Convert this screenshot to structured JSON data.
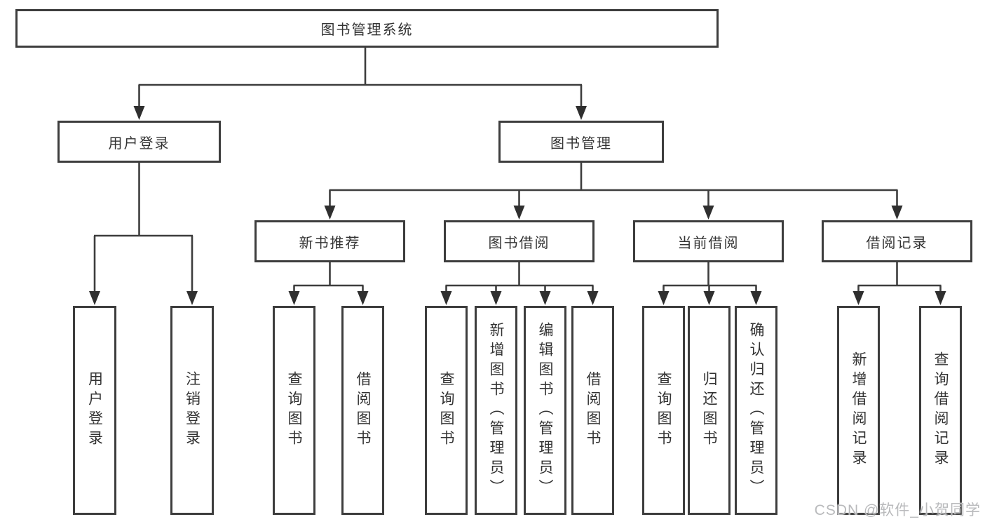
{
  "diagram": {
    "title": "图书管理系统",
    "watermark": "CSDN @软件_小贺同学",
    "colors": {
      "line": "#3d3d3d",
      "arrow_fill": "#2f2f2f",
      "box_border": "#3d3d3d",
      "box_background": "#ffffff",
      "text": "#333333",
      "watermark": "#b9babc",
      "page_background": "#ffffff"
    },
    "tree": {
      "label": "图书管理系统",
      "children": [
        {
          "label": "用户登录",
          "children": [
            {
              "label": "用户登录"
            },
            {
              "label": "注销登录"
            }
          ]
        },
        {
          "label": "图书管理",
          "children": [
            {
              "label": "新书推荐",
              "children": [
                {
                  "label": "查询图书"
                },
                {
                  "label": "借阅图书"
                }
              ]
            },
            {
              "label": "图书借阅",
              "children": [
                {
                  "label": "查询图书"
                },
                {
                  "label": "新增图书（管理员）"
                },
                {
                  "label": "编辑图书（管理员）"
                },
                {
                  "label": "借阅图书"
                }
              ]
            },
            {
              "label": "当前借阅",
              "children": [
                {
                  "label": "查询图书"
                },
                {
                  "label": "归还图书"
                },
                {
                  "label": "确认归还（管理员）"
                }
              ]
            },
            {
              "label": "借阅记录",
              "children": [
                {
                  "label": "新增借阅记录"
                },
                {
                  "label": "查询借阅记录"
                }
              ]
            }
          ]
        }
      ]
    }
  }
}
